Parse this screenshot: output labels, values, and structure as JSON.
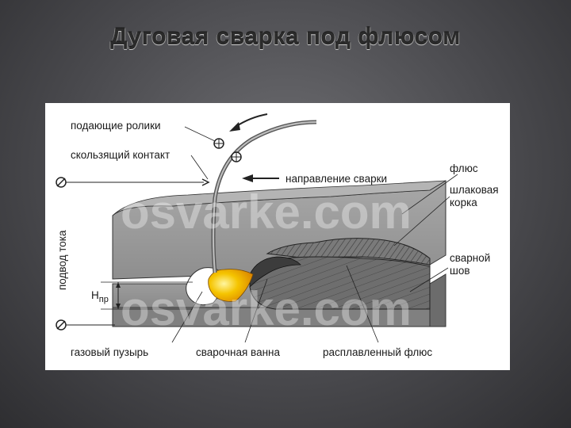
{
  "title": "Дуговая сварка под флюсом",
  "diagram": {
    "labels": {
      "feed_rollers": "подающие ролики",
      "sliding_contact": "скользящий контакт",
      "welding_direction": "направление сварки",
      "flux": "флюс",
      "slag_crust_1": "шлаковая",
      "slag_crust_2": "корка",
      "weld_seam_1": "сварной",
      "weld_seam_2": "шов",
      "current_supply": "подвод тока",
      "penetration_h": "H",
      "penetration_sub": "пр",
      "gas_bubble": "газовый пузырь",
      "weld_pool": "сварочная ванна",
      "molten_flux": "расплавленный флюс"
    },
    "watermark": "osvarke.com",
    "colors": {
      "flux": "#9a9a9a",
      "slag": "#6a6a6a",
      "base_metal": "#8c8c8c",
      "seam": "#707070",
      "arc_yellow": "#f5c400",
      "arc_orange": "#e08a00"
    }
  }
}
